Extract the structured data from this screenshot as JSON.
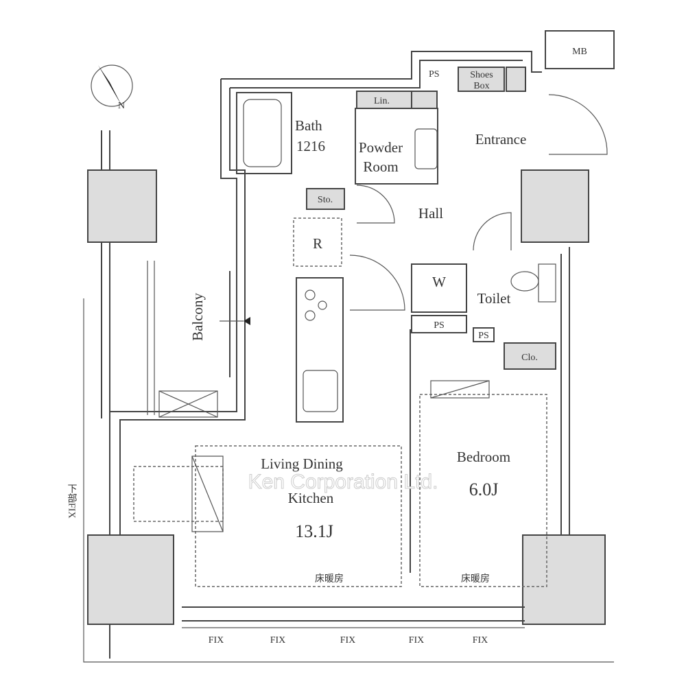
{
  "plan": {
    "rooms": {
      "bath": {
        "name": "Bath",
        "size": "1216"
      },
      "powder_room": {
        "line1": "Powder",
        "line2": "Room"
      },
      "linen": "Lin.",
      "storage": "Sto.",
      "shoes_box": {
        "line1": "Shoes",
        "line2": "Box"
      },
      "entrance": "Entrance",
      "meter_box": "MB",
      "pipe_space": [
        "PS",
        "PS",
        "PS"
      ],
      "hall": "Hall",
      "refrigerator": "R",
      "washer": "W",
      "toilet": "Toilet",
      "closet": "Clo.",
      "balcony": "Balcony",
      "ldk": {
        "line1": "Living Dining",
        "line2": "Kitchen",
        "size": "13.1J"
      },
      "bedroom": {
        "name": "Bedroom",
        "size": "6.0J"
      }
    },
    "floor_heating": [
      "床暖房",
      "床暖房"
    ],
    "fixed_windows": [
      "FIX",
      "FIX",
      "FIX",
      "FIX",
      "FIX"
    ],
    "lower_fix": "下部FIX",
    "north": "N",
    "watermark": "Ken Corporation Ltd."
  }
}
